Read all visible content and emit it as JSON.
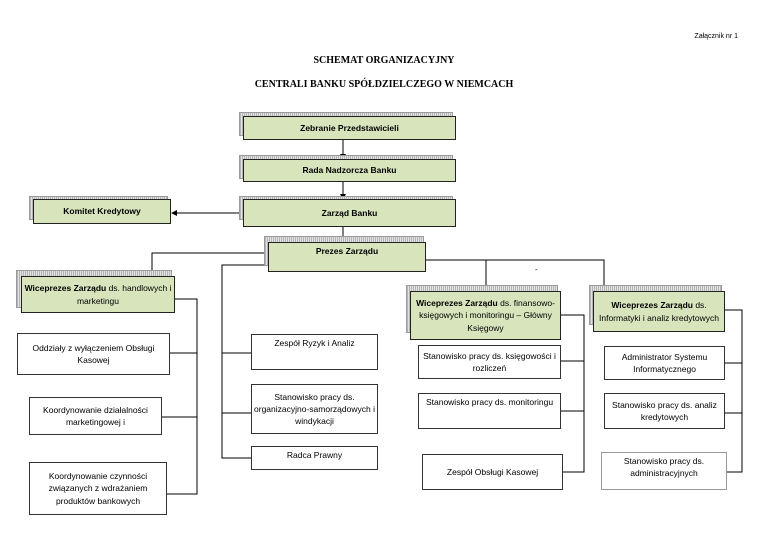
{
  "annex": "Załącznik nr 1",
  "title_line1": "SCHEMAT ORGANIZACYJNY",
  "title_line2": "CENTRALI BANKU SPÓŁDZIELCZEGO W NIEMCACH",
  "nodes": {
    "zebranie": "Zebranie Przedstawicieli",
    "rada": "Rada Nadzorcza Banku",
    "zarzad": "Zarząd Banku",
    "komitet": "Komitet Kredytowy",
    "prezes": "Prezes Zarządu",
    "vp1_bold": "Wiceprezes Zarządu",
    "vp1_rest": " ds. handlowych i marketingu",
    "vp2_bold": "Wiceprezes Zarządu",
    "vp2_rest": " ds. finansowo-księgowych i monitoringu  – Główny Księgowy",
    "vp3_bold": "Wiceprezes Zarządu",
    "vp3_rest": " ds. Informatyki i analiz kredytowych",
    "oddzialy": "Oddziały z wyłączeniem Obsługi Kasowej",
    "koord_dzial": "Koordynowanie działalności marketingowej i",
    "koord_czyn": "Koordynowanie czynności związanych z wdrażaniem produktów bankowych",
    "zespol_ryzyk": "Zespół Ryzyk i Analiz",
    "stan_org": "Stanowisko pracy ds. organizacyjno-samorządowych i windykacji",
    "radca": "Radca Prawny",
    "stan_ksieg": "Stanowisko pracy ds. księgowości i rozliczeń",
    "stan_monit": "Stanowisko pracy ds. monitoringu",
    "zespol_kas": "Zespół Obsługi Kasowej",
    "admin": "Administrator Systemu Informatycznego",
    "stan_analiz": "Stanowisko pracy ds. analiz kredytowych",
    "stan_admin": "Stanowisko pracy ds. administracyjnych"
  },
  "stray_mark": "-",
  "colors": {
    "management_fill": "#d8e4bc",
    "line": "#000000"
  }
}
